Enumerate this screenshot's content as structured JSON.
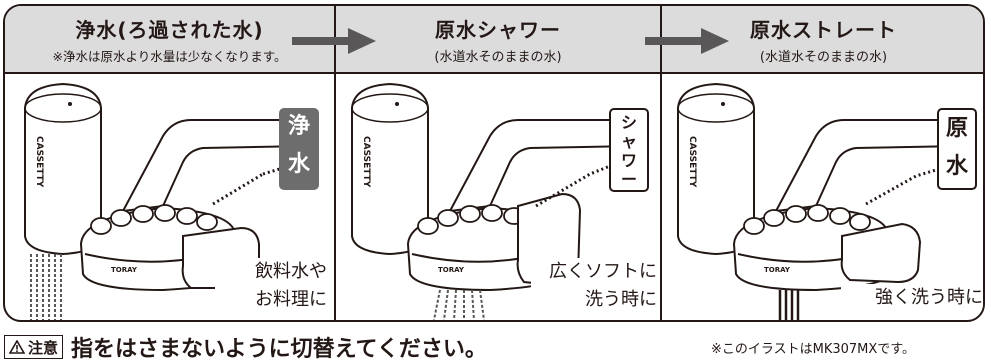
{
  "columns": [
    {
      "title": "浄水(ろ過された水)",
      "subtitle": "※浄水は原水より水量は少なくなります。",
      "mode_label": "浄\n水",
      "caption": "飲料水や\nお料理に"
    },
    {
      "title": "原水シャワー",
      "subtitle": "(水道水そのままの水)",
      "mode_label": "シ\nャ\nワ\nー",
      "caption": "広くソフトに\n洗う時に"
    },
    {
      "title": "原水ストレート",
      "subtitle": "(水道水そのままの水)",
      "mode_label": "原\n水",
      "caption": "強く洗う時に"
    }
  ],
  "brand": {
    "cartridge_text": "CASSETTY",
    "faucet_text": "TORAY"
  },
  "caution": {
    "tag": "注意",
    "text": "指をはさまないように切替えてください。"
  },
  "footnote": "※このイラストはMK307MXです。",
  "colors": {
    "header_band": "#dcdcdd",
    "label_dark": "#6d6d6d",
    "ink": "#231815"
  }
}
